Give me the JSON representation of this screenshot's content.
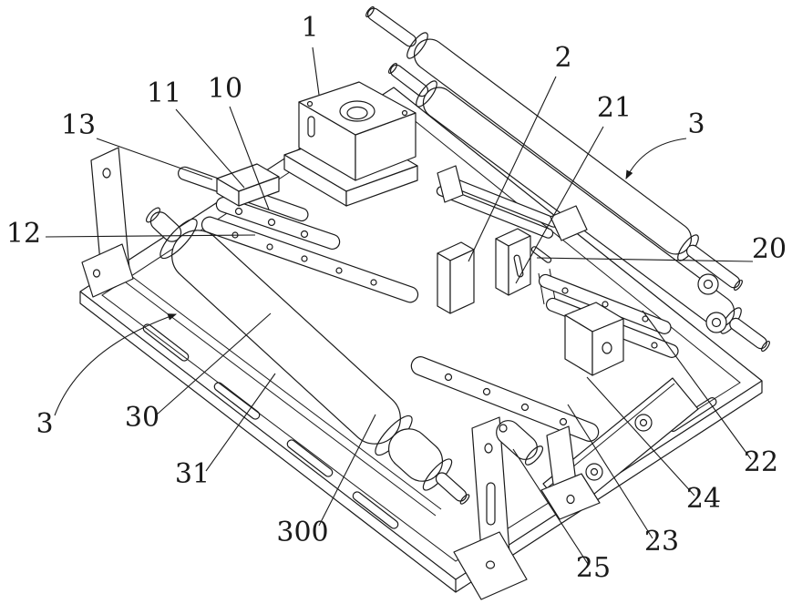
{
  "figure": {
    "type": "patent-line-drawing",
    "colors": {
      "line": "#1a1a1a",
      "background": "#ffffff"
    }
  },
  "callouts": [
    {
      "text": "1",
      "points_to": "motor-mount-block"
    },
    {
      "text": "11",
      "points_to": "rail-carriage"
    },
    {
      "text": "10",
      "points_to": "guide-rail-upper"
    },
    {
      "text": "13",
      "points_to": "guide-rail-top"
    },
    {
      "text": "12",
      "points_to": "guide-rail-long"
    },
    {
      "text": "2",
      "points_to": "clamp-plate-front"
    },
    {
      "text": "21",
      "points_to": "clamp-plate-rear"
    },
    {
      "text": "3",
      "points_to": "top-roller"
    },
    {
      "text": "20",
      "points_to": "stop-pin"
    },
    {
      "text": "3",
      "points_to": "base-plate"
    },
    {
      "text": "30",
      "points_to": "main-roller-body"
    },
    {
      "text": "31",
      "points_to": "main-roller-lower-edge"
    },
    {
      "text": "300",
      "points_to": "roller-sleeve"
    },
    {
      "text": "25",
      "points_to": "small-cylinder"
    },
    {
      "text": "23",
      "points_to": "drilled-rail"
    },
    {
      "text": "24",
      "points_to": "slide-block"
    },
    {
      "text": "22",
      "points_to": "right-rail"
    }
  ]
}
